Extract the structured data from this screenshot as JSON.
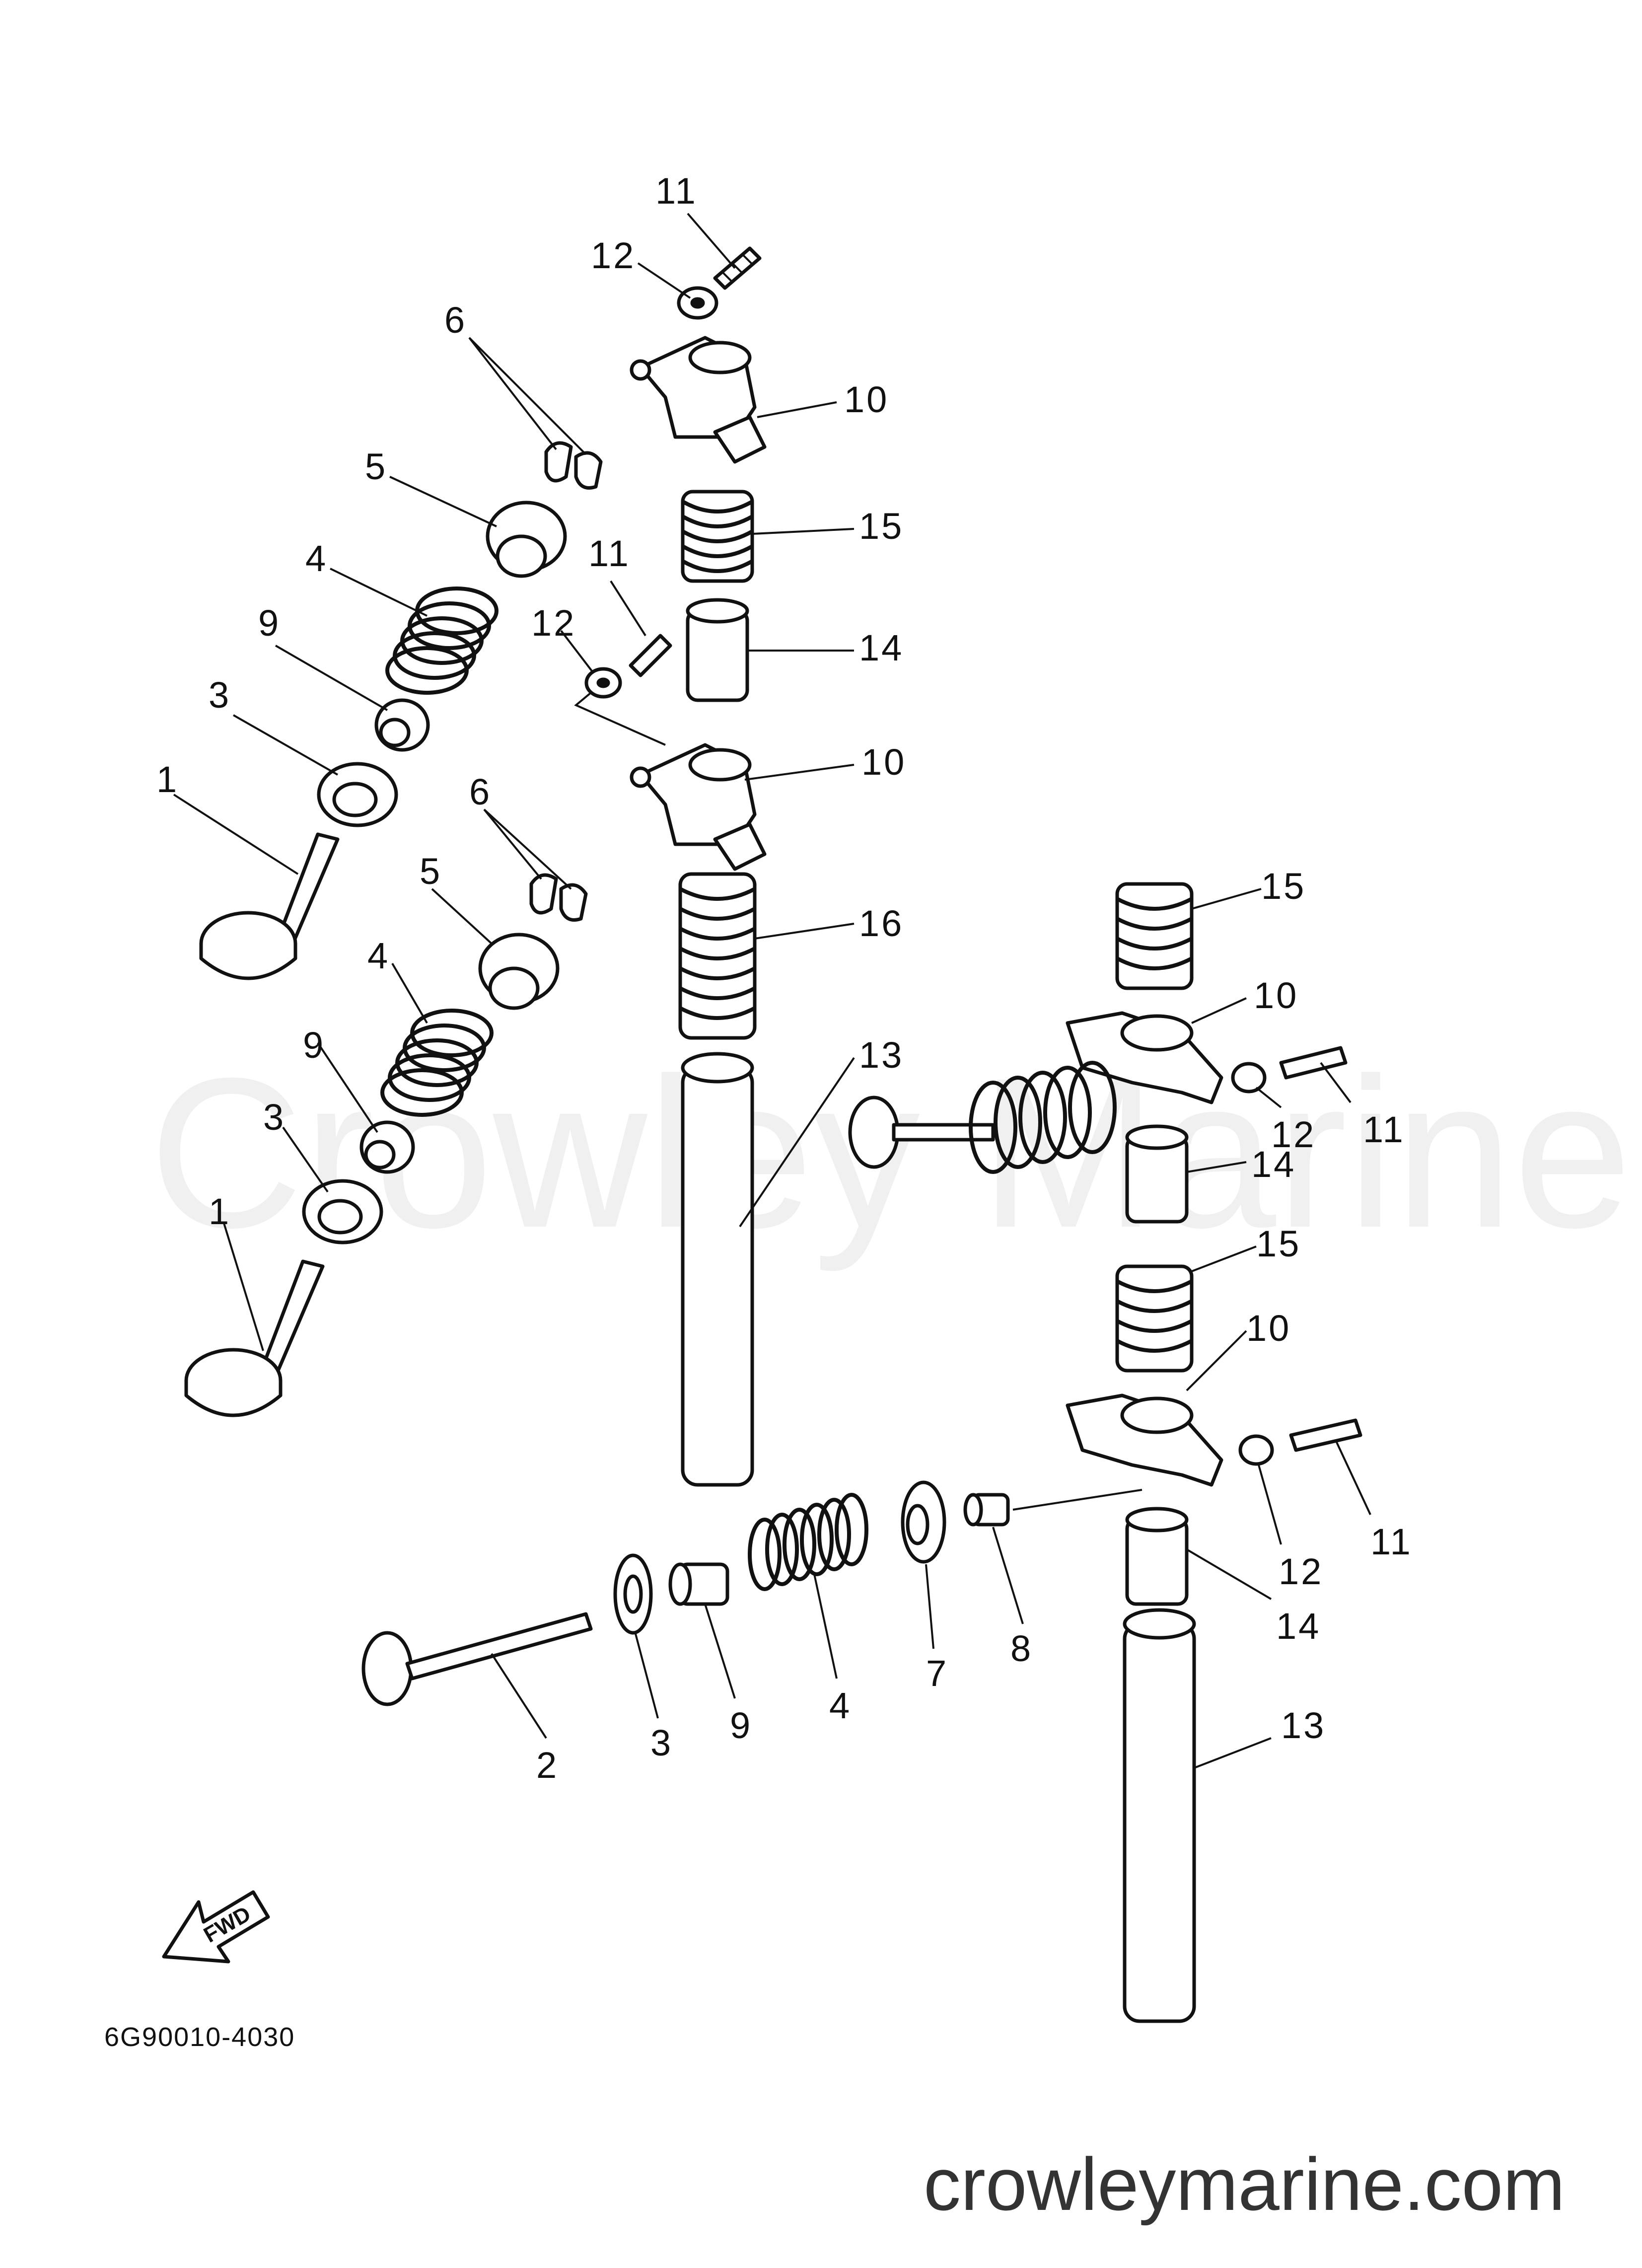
{
  "diagram": {
    "part_code": "6G90010-4030",
    "watermark": "Crowley Marine",
    "site": "crowleymarine.com",
    "fwd_label": "FWD",
    "callouts": {
      "c1a": "1",
      "c1b": "1",
      "c2": "2",
      "c3a": "3",
      "c3b": "3",
      "c3c": "3",
      "c4a": "4",
      "c4b": "4",
      "c4c": "4",
      "c5a": "5",
      "c5b": "5",
      "c6a": "6",
      "c6b": "6",
      "c7": "7",
      "c8": "8",
      "c9a": "9",
      "c9b": "9",
      "c9c": "9",
      "c10a": "10",
      "c10b": "10",
      "c10c": "10",
      "c10d": "10",
      "c11a": "11",
      "c11b": "11",
      "c11c": "11",
      "c11d": "11",
      "c12a": "12",
      "c12b": "12",
      "c12c": "12",
      "c12d": "12",
      "c13a": "13",
      "c13b": "13",
      "c14a": "14",
      "c14b": "14",
      "c14c": "14",
      "c15a": "15",
      "c15b": "15",
      "c15c": "15",
      "c16": "16"
    }
  }
}
